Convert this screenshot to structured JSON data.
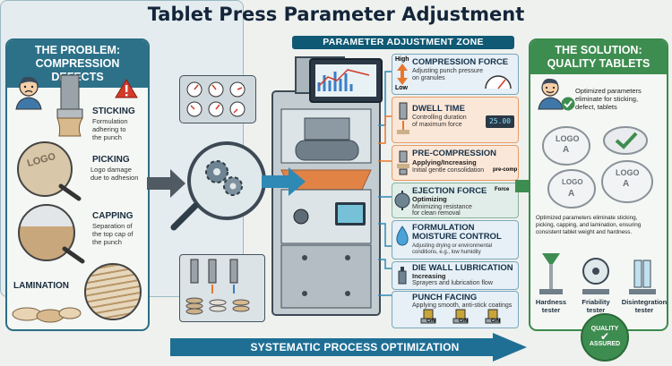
{
  "title": "Tablet Press Parameter Adjustment",
  "problem": {
    "heading": "THE PROBLEM: COMPRESSION DEFECTS",
    "defects": [
      {
        "name": "STICKING",
        "desc1": "Formulation",
        "desc2": "adhering to",
        "desc3": "the punch"
      },
      {
        "name": "PICKING",
        "desc1": "Logo damage",
        "desc2": "due to adhesion",
        "desc3": ""
      },
      {
        "name": "CAPPING",
        "desc1": "Separation of",
        "desc2": "the top cap of",
        "desc3": "the punch"
      },
      {
        "name": "LAMINATION",
        "desc1": "",
        "desc2": "",
        "desc3": ""
      }
    ],
    "logo_text": "LOGO"
  },
  "zone": {
    "heading": "PARAMETER ADJUSTMENT ZONE",
    "rows": [
      {
        "title": "COMPRESSION FORCE",
        "line1": "Adjusting punch pressure",
        "line2": "on granules",
        "bold": "",
        "hi": "High",
        "lo": "Low"
      },
      {
        "title": "DWELL TIME",
        "line1": "Controlling duration",
        "line2": "of maximum force",
        "bold": "",
        "timer": "25.00"
      },
      {
        "title": "PRE-COMPRESSION",
        "bold": "Applying/Increasing",
        "line1": "Initial gentle consolidation",
        "line2": "",
        "tag": "pre-comp"
      },
      {
        "title": "EJECTION FORCE",
        "bold": "Optimizing",
        "line1": "Minimizing resistance",
        "line2": "for clean removal",
        "tag": "Force"
      },
      {
        "title": "FORMULATION MOISTURE CONTROL",
        "title1": "FORMULATION",
        "title2": "MOISTURE CONTROL",
        "line1": "Adjusting drying or environmental",
        "line2": "conditions, e.g., low humidity",
        "bold": ""
      },
      {
        "title": "DIE WALL LUBRICATION",
        "bold": "Increasing",
        "line1": "Sprayers and lubrication flow",
        "line2": ""
      },
      {
        "title": "PUNCH FACING",
        "line1": "Applying smooth, anti-stick coatings",
        "line2": "",
        "bold": "",
        "tag": "CrN"
      }
    ]
  },
  "solution": {
    "heading": "THE SOLUTION: QUALITY TABLETS",
    "text1_l1": "Optimized parameters",
    "text1_l2": "eliminate for sticking,",
    "text1_l3": "defect, tablets",
    "logo_a": "LOGO",
    "letter_a": "A",
    "text2_l1": "Optimized parameters eliminate sticking,",
    "text2_l2": "picking, capping, and lamination, ensuring",
    "text2_l3": "consistent tablet weight and hardness.",
    "testers": [
      {
        "l1": "Hardness",
        "l2": "tester"
      },
      {
        "l1": "Friability",
        "l2": "tester"
      },
      {
        "l1": "Disintegration",
        "l2": "tester"
      }
    ],
    "stamp1": "QUALITY",
    "stamp2": "ASSURED"
  },
  "bottom": "SYSTEMATIC PROCESS OPTIMIZATION",
  "colors": {
    "teal": "#2d7189",
    "green": "#3e8d50",
    "orange": "#e8772e",
    "red": "#d23a2a",
    "navy": "#14253a"
  }
}
